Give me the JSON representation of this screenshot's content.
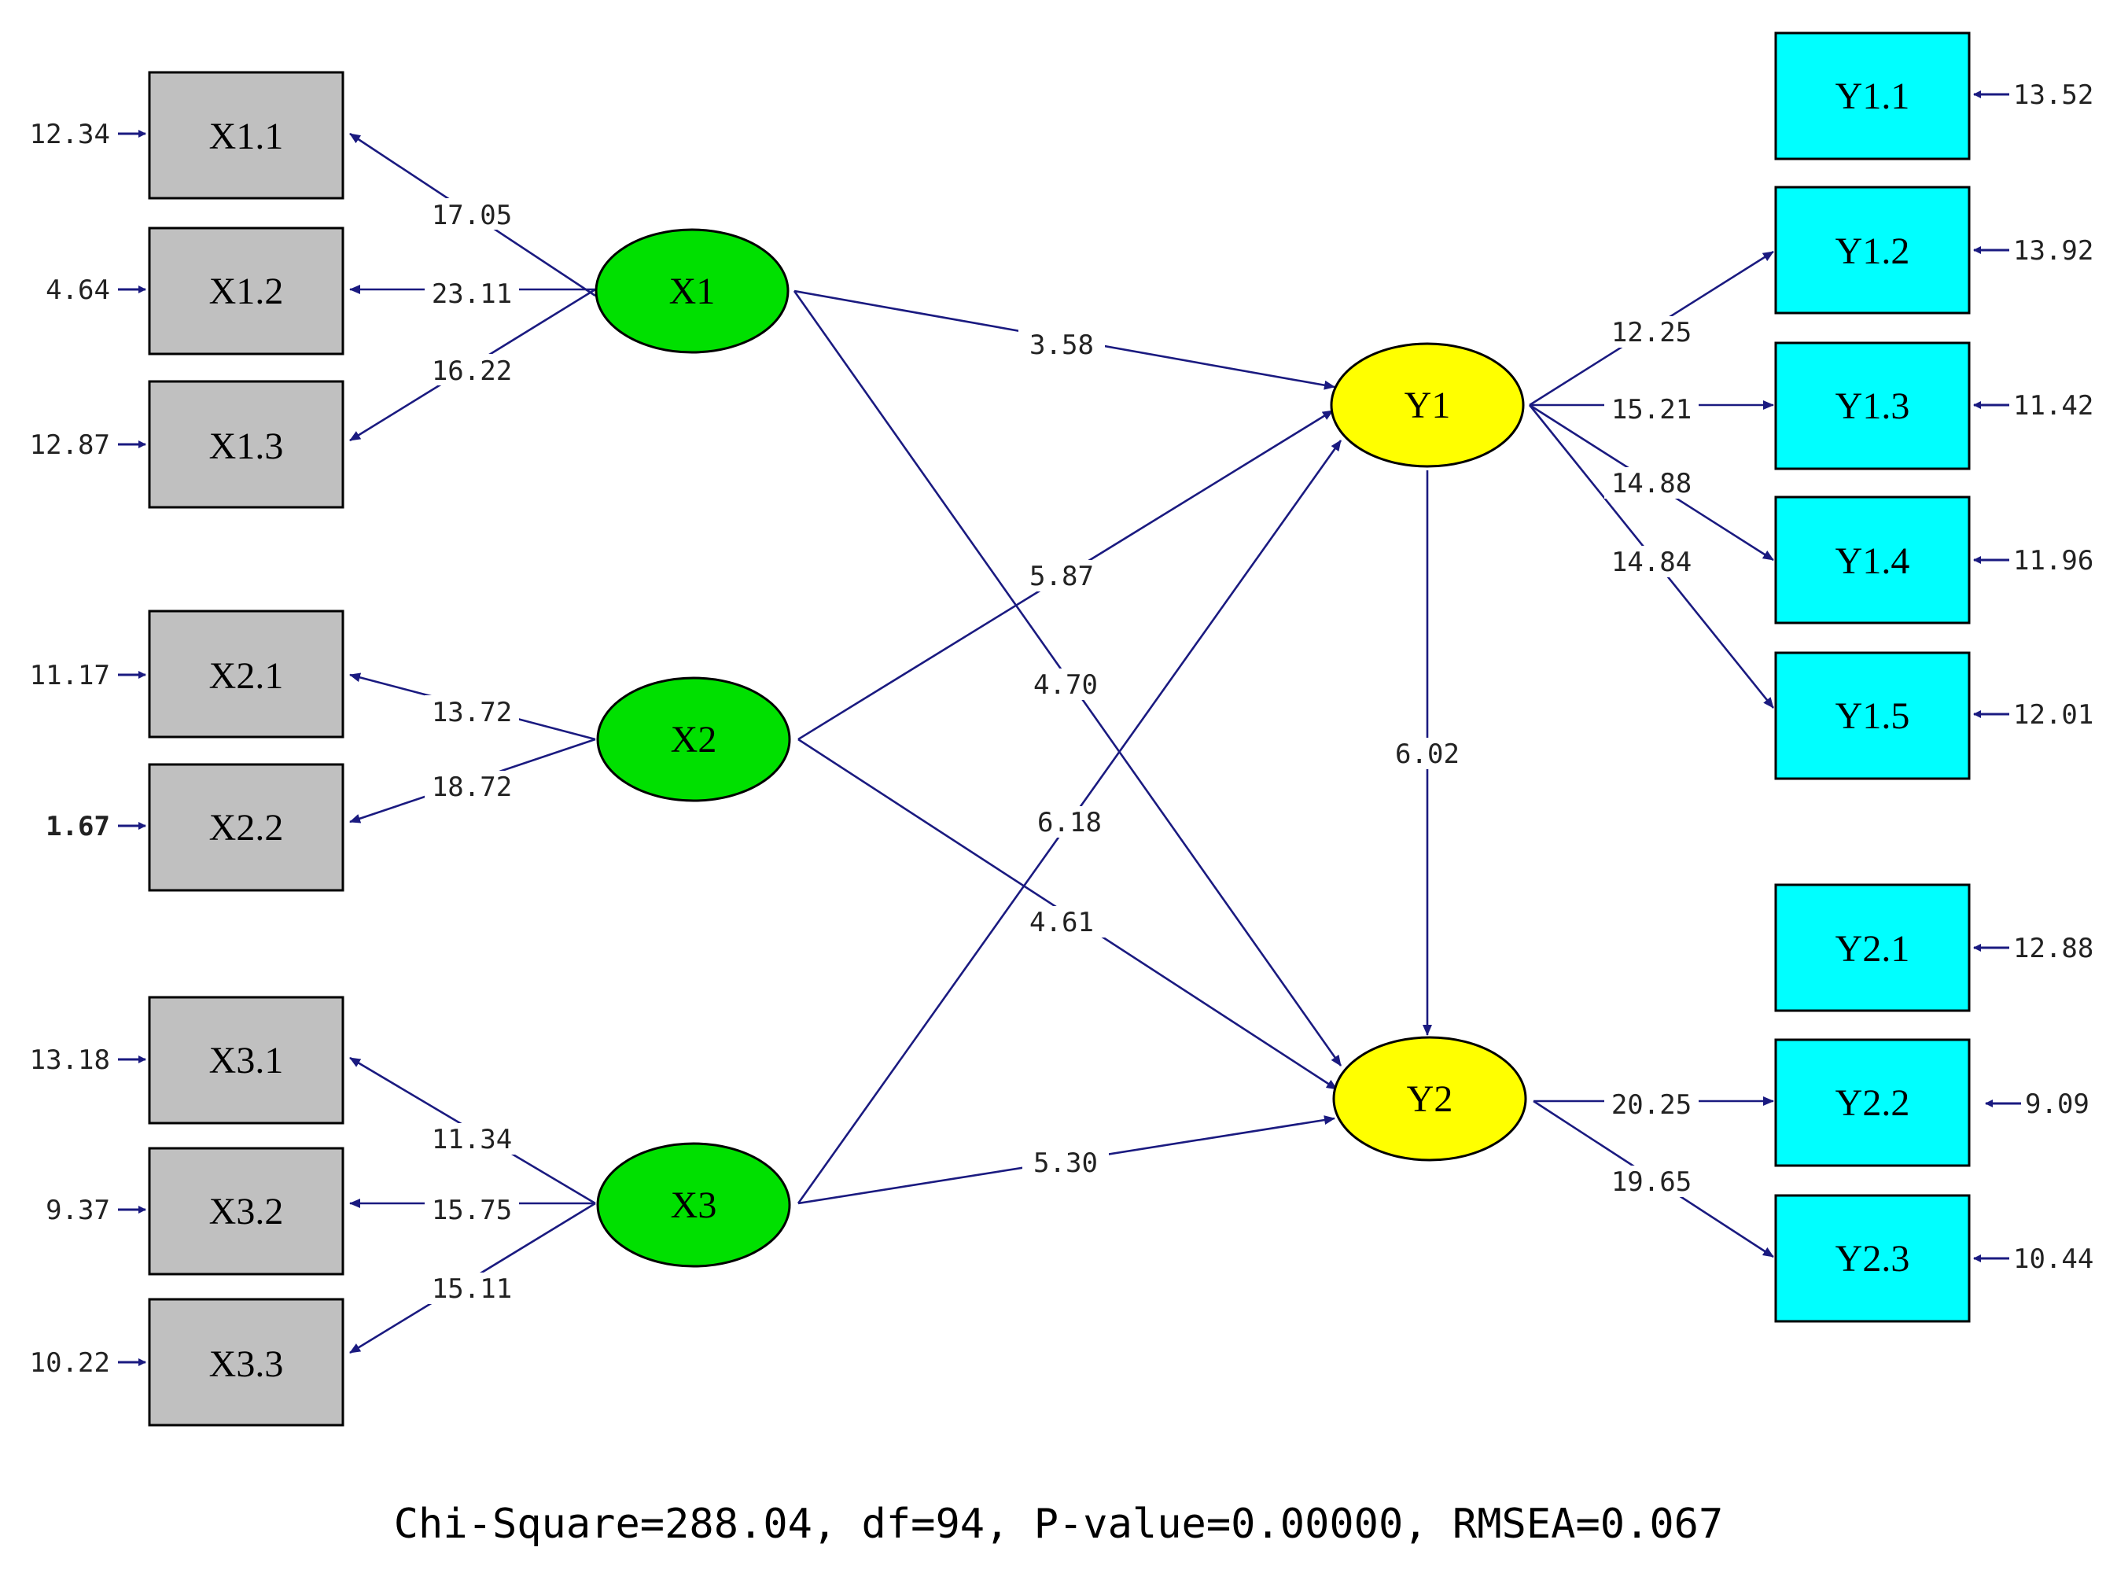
{
  "observed_x": [
    "X1.1",
    "X1.2",
    "X1.3",
    "X2.1",
    "X2.2",
    "X3.1",
    "X3.2",
    "X3.3"
  ],
  "observed_x_errors": [
    "12.34",
    "4.64",
    "12.87",
    "11.17",
    "1.67",
    "13.18",
    "9.37",
    "10.22"
  ],
  "observed_y": [
    "Y1.1",
    "Y1.2",
    "Y1.3",
    "Y1.4",
    "Y1.5",
    "Y2.1",
    "Y2.2",
    "Y2.3"
  ],
  "observed_y_errors": [
    "13.52",
    "13.92",
    "11.42",
    "11.96",
    "12.01",
    "12.88",
    "9.09",
    "10.44"
  ],
  "latent": {
    "x1": "X1",
    "x2": "X2",
    "x3": "X3",
    "y1": "Y1",
    "y2": "Y2"
  },
  "loadings": {
    "x1": [
      "17.05",
      "23.11",
      "16.22"
    ],
    "x2": [
      "13.72",
      "18.72"
    ],
    "x3": [
      "11.34",
      "15.75",
      "15.11"
    ],
    "y1": [
      "12.25",
      "15.21",
      "14.88",
      "14.84"
    ],
    "y2": [
      "20.25",
      "19.65"
    ]
  },
  "structural": {
    "x1_y1": "3.58",
    "x1_y2": "4.70",
    "x2_y1": "5.87",
    "x2_y2": "4.61",
    "x3_y1": "6.18",
    "x3_y2": "5.30",
    "y1_y2": "6.02"
  },
  "fit": "Chi-Square=288.04, df=94, P-value=0.00000, RMSEA=0.067",
  "colors": {
    "x_indicator": "#c0c0c0",
    "y_indicator": "#00ffff",
    "x_latent": "#00e000",
    "y_latent": "#ffff00",
    "arrow": "#1a1a80"
  }
}
